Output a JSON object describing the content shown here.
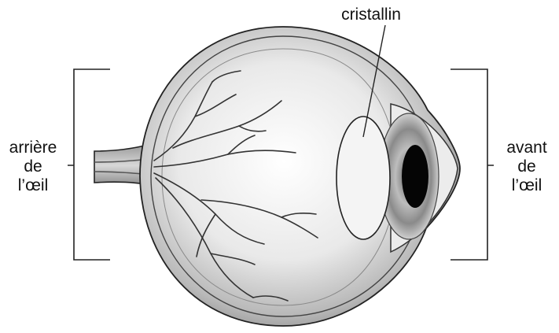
{
  "labels": {
    "lens": "cristallin",
    "back_of_eye": [
      "arrière",
      "de",
      "l’œil"
    ],
    "front_of_eye": [
      "avant",
      "de",
      "l’œil"
    ]
  },
  "colors": {
    "outline": "#222222",
    "sclera_fill": "#d0d0d0",
    "lens_fill": "#f4f4f4",
    "iris_fill": "#9a9a9a",
    "pupil_fill": "#050505",
    "vessel": "#333333"
  }
}
